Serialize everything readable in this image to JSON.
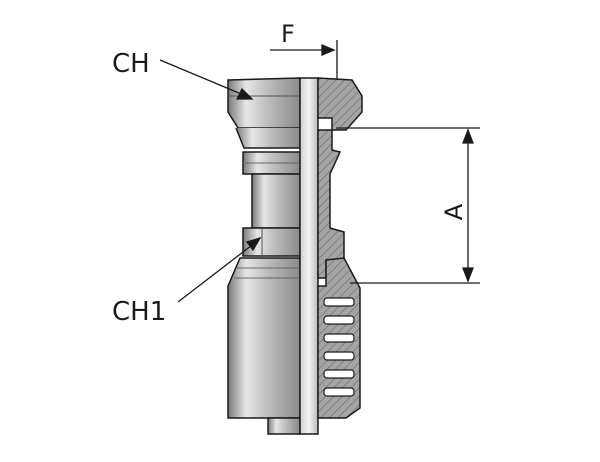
{
  "labels": {
    "ch": "CH",
    "ch1": "CH1",
    "f": "F",
    "a": "A"
  },
  "colors": {
    "line": "#1a1a1a",
    "metal_light": "#d8d8d8",
    "metal_mid": "#a9a9a9",
    "metal_dark": "#6e6e6e",
    "section_fill": "#9a9a9a",
    "background": "#ffffff"
  }
}
